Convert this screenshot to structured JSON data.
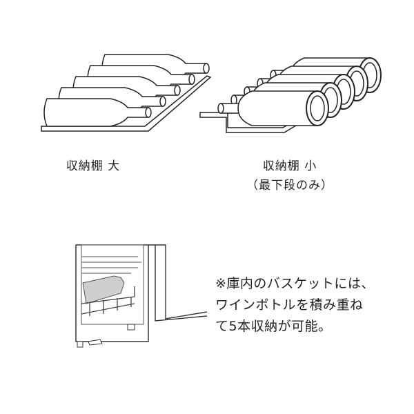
{
  "shelf_large": {
    "label": "収納棚 大"
  },
  "shelf_small": {
    "label": "収納棚 小",
    "sublabel": "（最下段のみ）"
  },
  "note": {
    "lines": [
      "※庫内のバスケットには、",
      "ワインボトルを積み重ね",
      "て5本収納が可能。"
    ]
  },
  "colors": {
    "line": "#222222",
    "bottle_fill": "#ffffff",
    "bottle_shade": "#cfcfcf"
  }
}
